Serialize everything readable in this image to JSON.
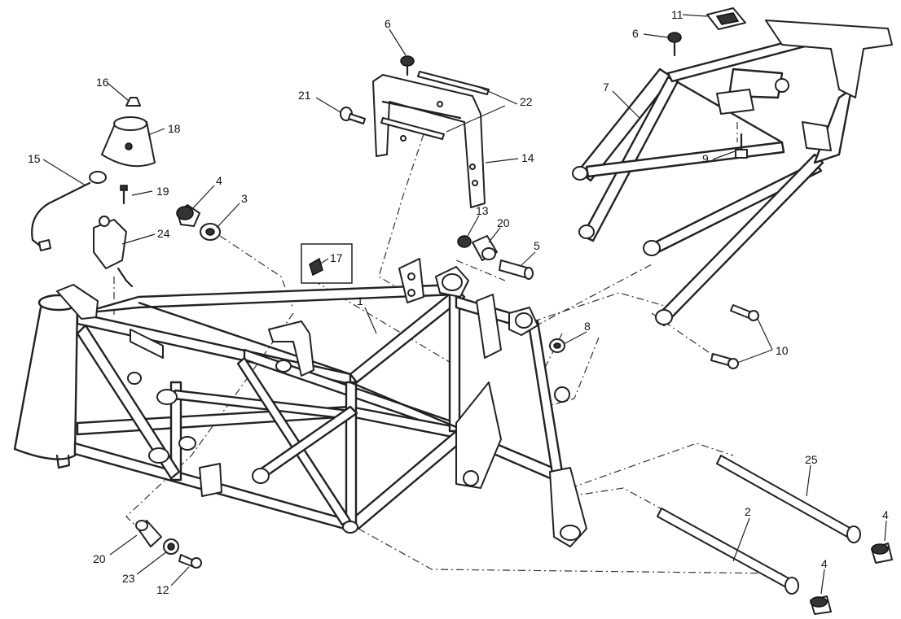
{
  "callouts": {
    "c1": "1",
    "c2": "2",
    "c3": "3",
    "c4_top": "4",
    "c4_right": "4",
    "c4_bottom": "4",
    "c5": "5",
    "c6_center": "6",
    "c6_right": "6",
    "c7": "7",
    "c8": "8",
    "c9": "9",
    "c10": "10",
    "c11": "11",
    "c12": "12",
    "c13": "13",
    "c14": "14",
    "c15": "15",
    "c16": "16",
    "c17": "17",
    "c18": "18",
    "c19": "19",
    "c20_top": "20",
    "c20_bottom": "20",
    "c21": "21",
    "c22": "22",
    "c23": "23",
    "c24": "24",
    "c25": "25"
  }
}
